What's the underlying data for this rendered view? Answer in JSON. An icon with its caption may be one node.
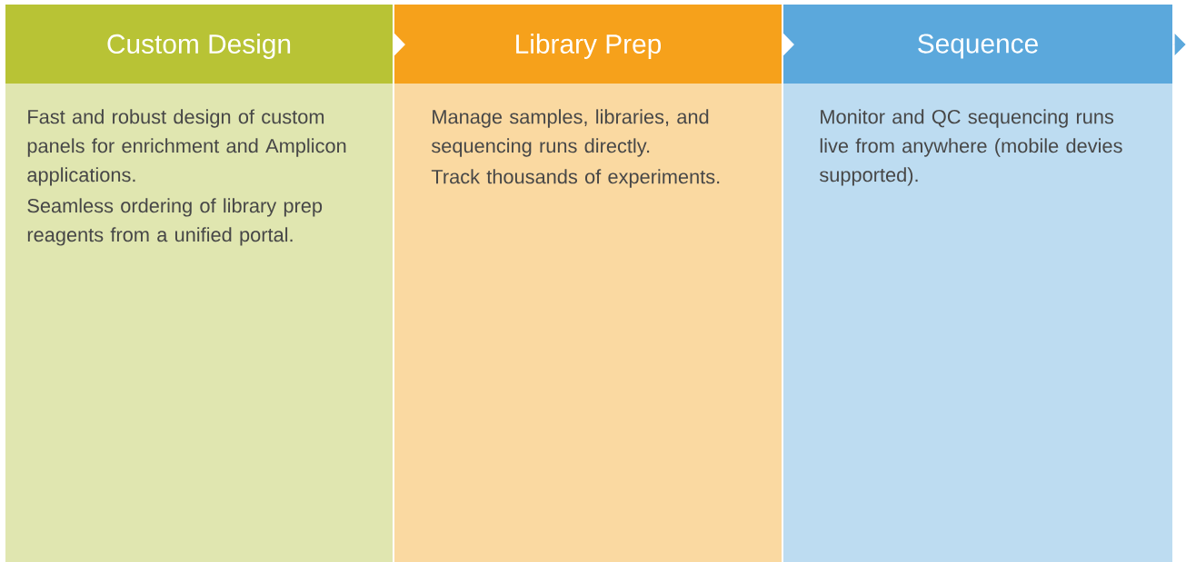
{
  "diagram": {
    "nodes": [
      {
        "text": [
          "Custom Design",
          "Fast and robust design of custom panels for enrichment and Amplicon applications.",
          "Seamless ordering of library prep reagents from a unified portal."
        ]
      },
      {
        "text": [
          "Library Prep",
          "Manage samples, libraries, and sequencing runs directly.",
          "Track thousands of experiments."
        ]
      },
      {
        "text": [
          "Sequence",
          "Monitor and QC sequencing runs live from anywhere (mobile devies supported)."
        ]
      }
    ],
    "edges": [
      {
        "from": 0,
        "to": 1,
        "arrow": "to"
      },
      {
        "from": 1,
        "to": 2,
        "arrow": "to"
      },
      {
        "from": 2,
        "to": null,
        "arrow": "to"
      }
    ]
  }
}
